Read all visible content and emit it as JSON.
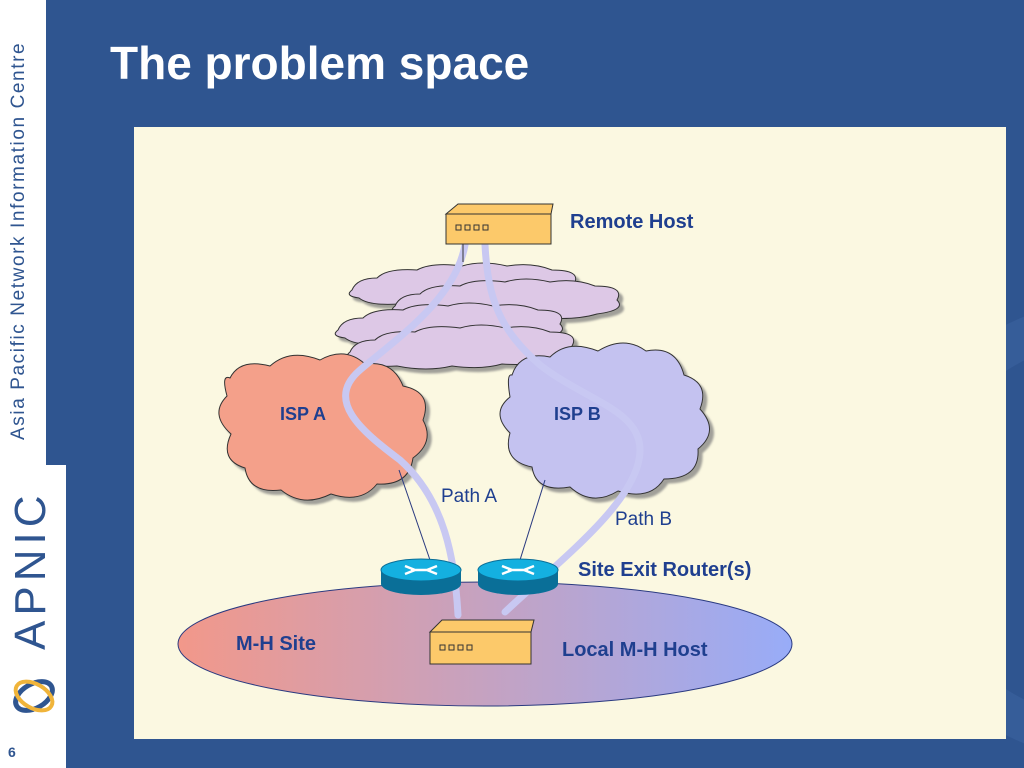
{
  "sidebar": {
    "org_name": "Asia Pacific Network Information Centre",
    "logo_text": "APNIC",
    "page_number": "6"
  },
  "slide": {
    "title": "The problem space"
  },
  "diagram": {
    "remote_host": "Remote  Host",
    "isp_a": "ISP A",
    "isp_b": "ISP B",
    "path_a": "Path A",
    "path_b": "Path B",
    "site_exit_routers": "Site Exit Router(s)",
    "mh_site": "M-H Site",
    "local_host": "Local M-H Host"
  },
  "colors": {
    "background": "#2f5590",
    "panel": "#fbf8e1",
    "isp_a_cloud": "#f4a08a",
    "isp_b_cloud": "#c4c2f0",
    "internet_cloud": "#ddc8e6",
    "host_box": "#fcc96a",
    "router": "#12a8d8",
    "path_line": "#c8c8f2"
  }
}
